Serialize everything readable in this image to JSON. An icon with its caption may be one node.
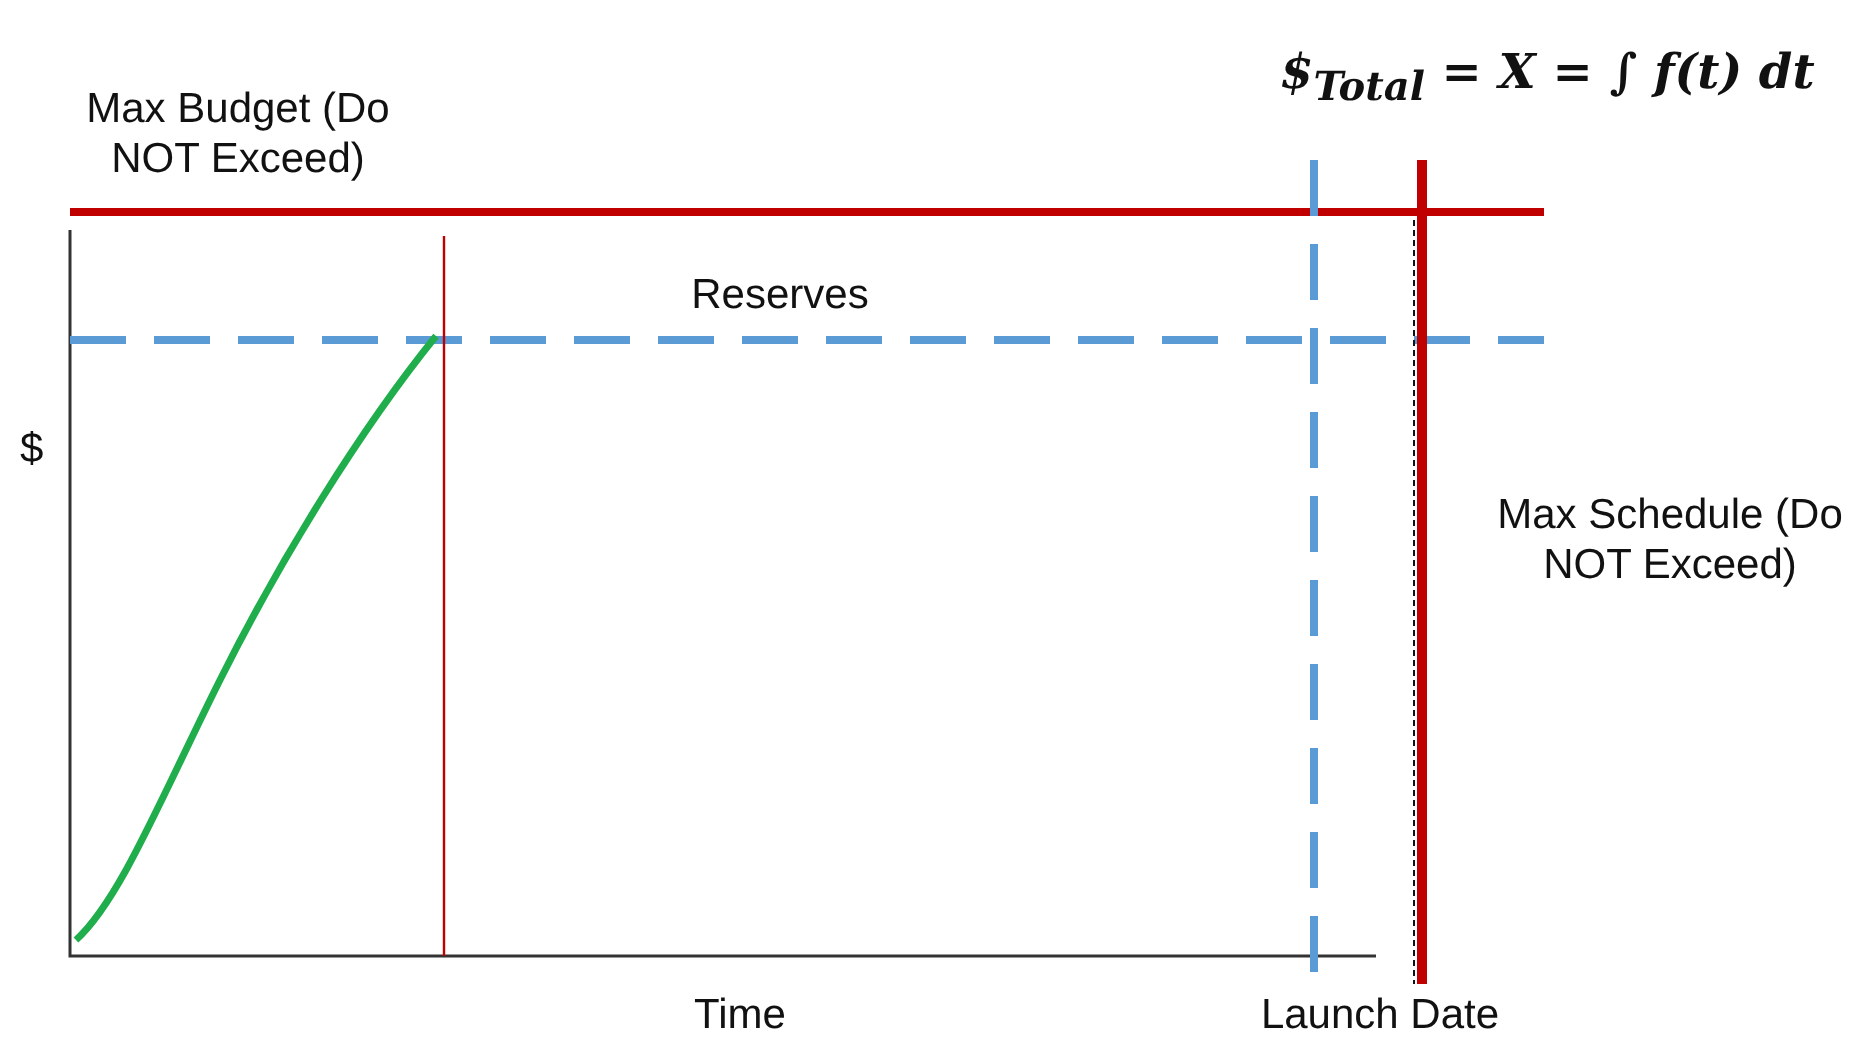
{
  "diagram": {
    "labels": [
      "Max Budget (Do NOT Exceed)",
      "$$_{Total}$ = X = ∫ f(t) dt",
      "Reserves",
      "$",
      "Max Schedule (Do NOT Exceed)",
      "Time",
      "Launch Date"
    ]
  }
}
